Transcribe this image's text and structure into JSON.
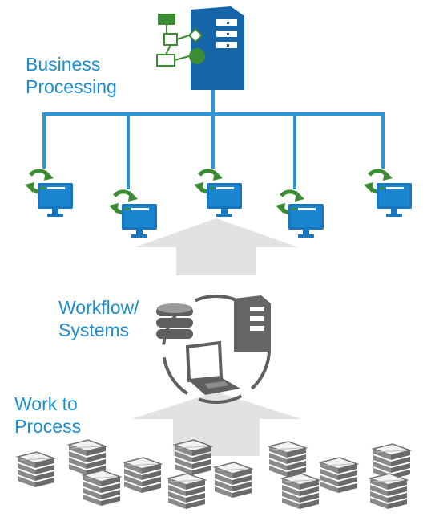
{
  "labels": {
    "business_line1": "Business",
    "business_line2": "Processing",
    "workflow_line1": "Workflow/",
    "workflow_line2": "Systems",
    "work_line1": "Work to",
    "work_line2": "Process"
  },
  "colors": {
    "label_blue": "#1c8fd0",
    "network_blue": "#2a97d8",
    "server_blue": "#1565a8",
    "monitor_blue": "#1676c0",
    "green": "#3c8c33",
    "gray_arrow": "#e2e2e2",
    "dark_gray": "#5f5f5f"
  },
  "icons": {
    "main_server": "server-with-flowchart-icon",
    "workstation": "monitor-with-refresh-arrows-icon",
    "system_server": "tower-server-icon",
    "database": "database-stack-icon",
    "laptop": "laptop-icon",
    "paper_stack": "paper-stack-icon"
  },
  "workstation_count": 5
}
